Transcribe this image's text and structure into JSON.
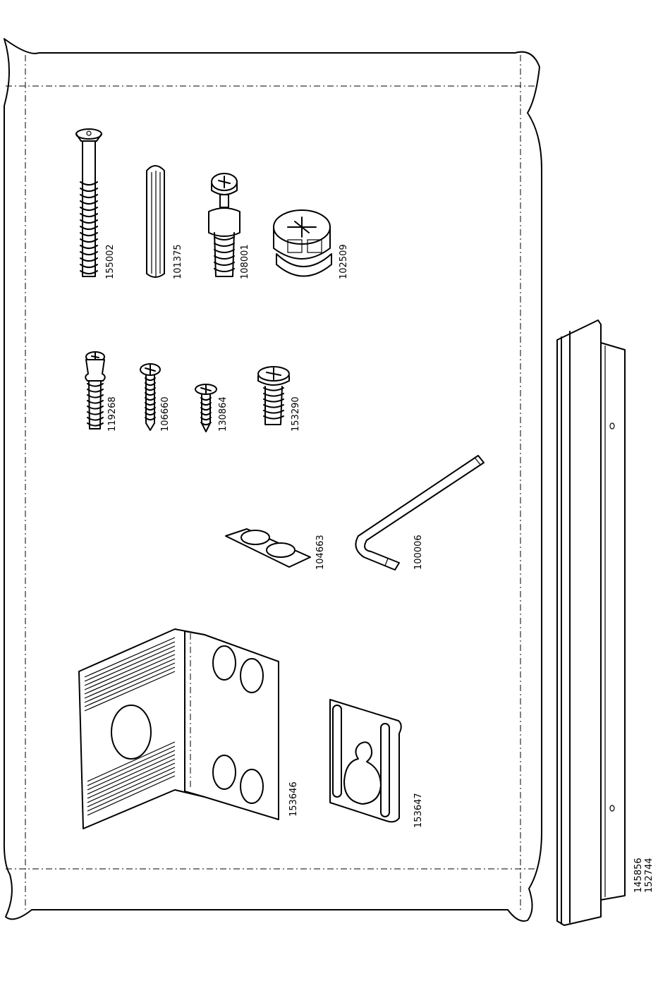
{
  "parts": {
    "p155002": "155002",
    "p101375": "101375",
    "p108001": "108001",
    "p102509": "102509",
    "p119268": "119268",
    "p106660": "106660",
    "p130864": "130864",
    "p153290": "153290",
    "p104663": "104663",
    "p100006": "100006",
    "p153646": "153646",
    "p153647": "153647",
    "p145856": "145856",
    "p152744": "152744"
  }
}
